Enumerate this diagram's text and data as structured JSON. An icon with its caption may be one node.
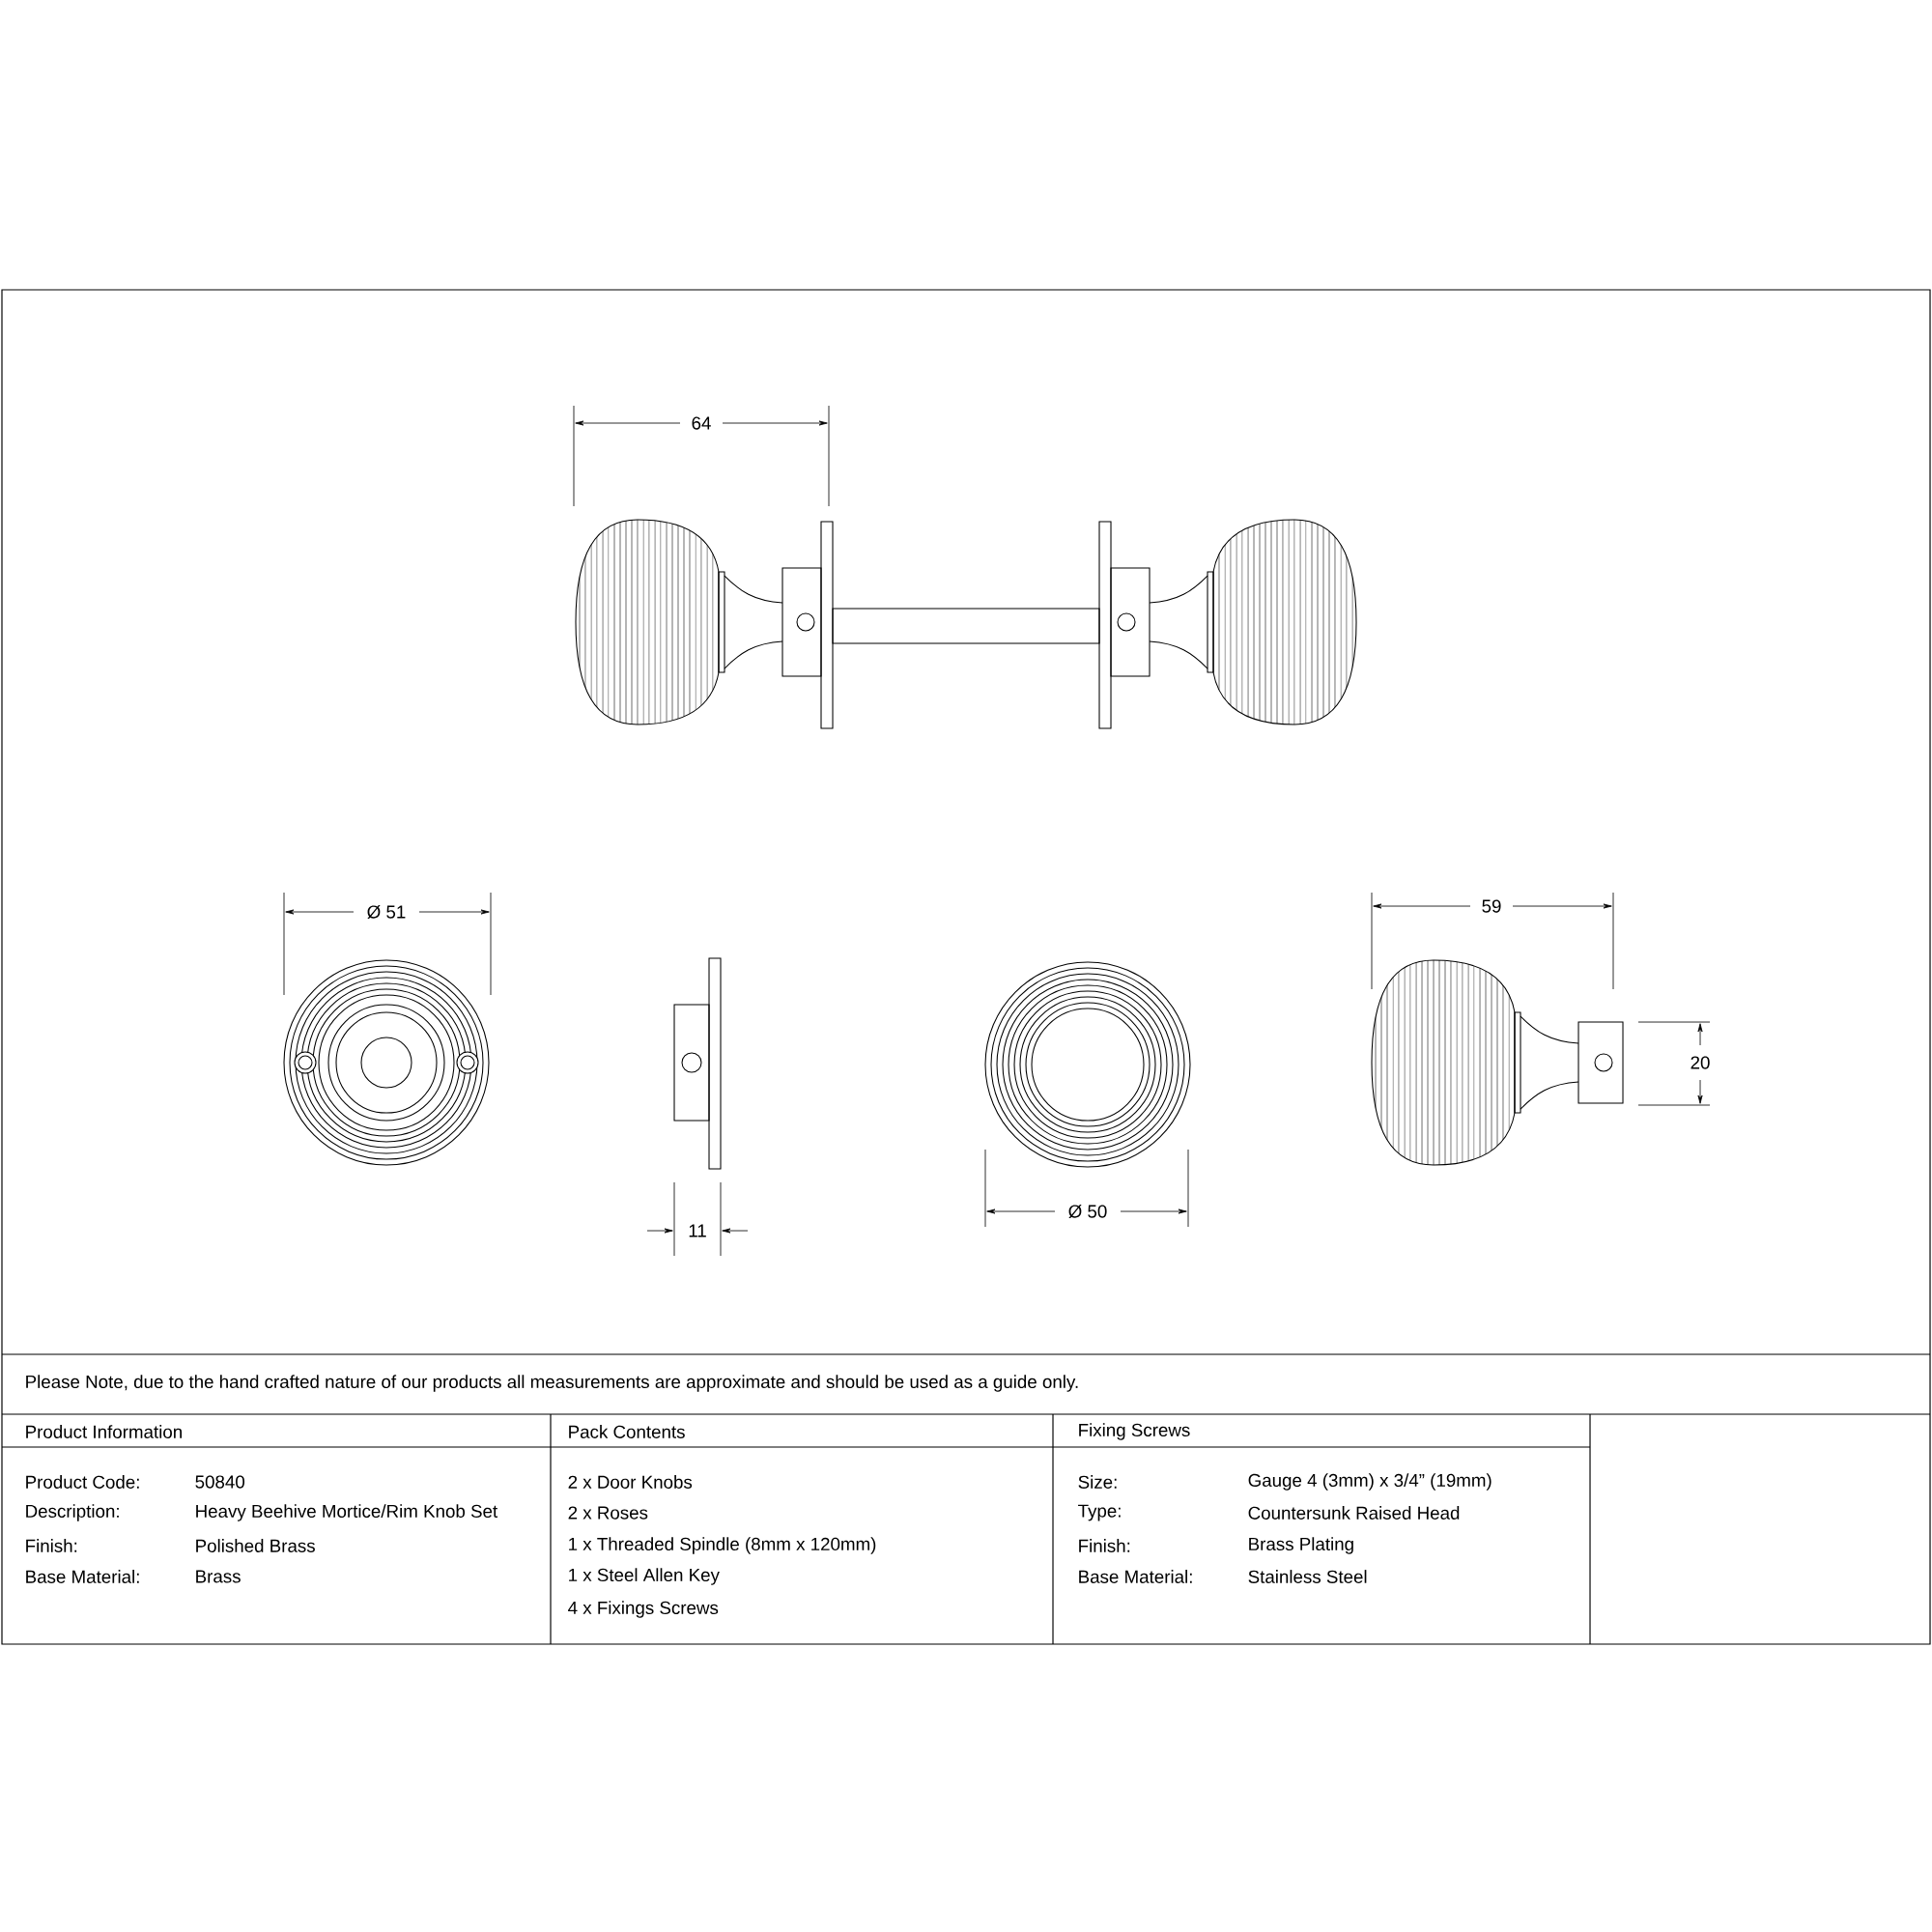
{
  "diagram": {
    "labels": [
      "64",
      "Ø 51",
      "11",
      "Ø 50",
      "59",
      "20",
      "Please Note, due to the hand crafted nature of our products all measurements are approximate and should be used as a guide only.",
      "Product Information",
      "Pack Contents",
      "Fixing Screws",
      "Product Code:",
      "50840",
      "2 x Door Knobs",
      "Size:",
      "Gauge 4 (3mm) x 3/4” (19mm)",
      "Description:",
      "Heavy Beehive Mortice/Rim Knob Set",
      "2 x Roses",
      "Type:",
      "Countersunk Raised Head",
      "Finish:",
      "Polished Brass",
      "1 x Threaded Spindle (8mm x 120mm)",
      "Finish:",
      "Brass Plating",
      "Base Material:",
      "Brass",
      "1 x Steel Allen Key",
      "Base Material:",
      "Stainless Steel",
      "4 x Fixings Screws"
    ]
  }
}
